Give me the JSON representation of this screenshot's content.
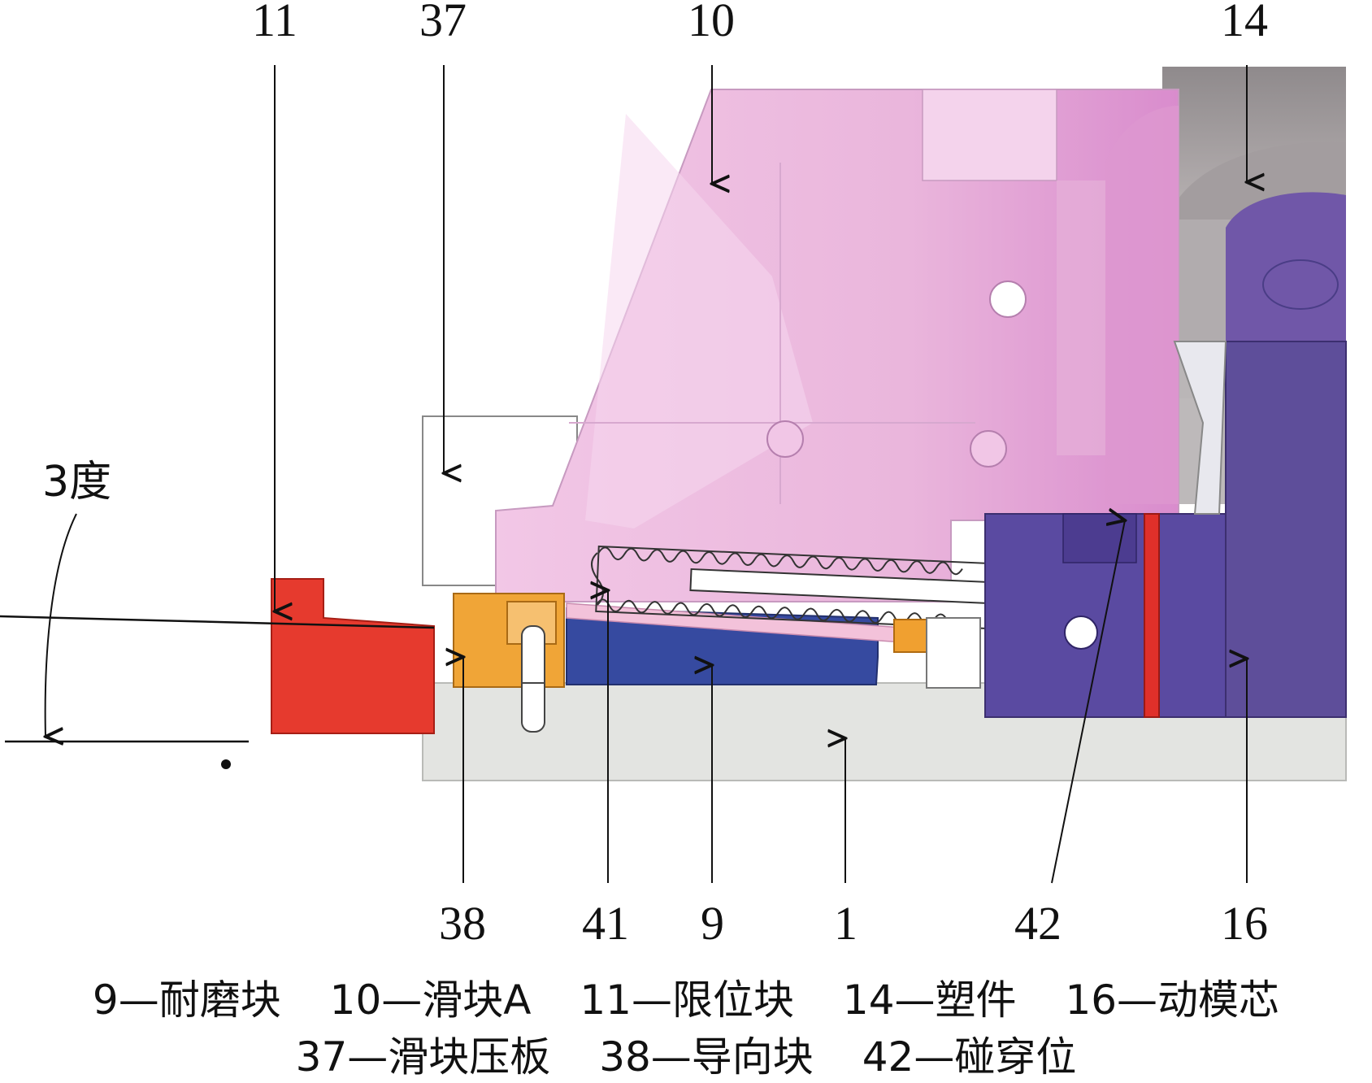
{
  "diagram": {
    "angle_label": "3度",
    "top_labels": [
      "11",
      "37",
      "10",
      "14"
    ],
    "bottom_labels": [
      "38",
      "41",
      "9",
      "1",
      "42",
      "16"
    ]
  },
  "legend": {
    "line1": [
      "9—耐磨块",
      "10—滑块A",
      "11—限位块",
      "14—塑件",
      "16—动模芯"
    ],
    "line2": [
      "37—滑块压板",
      "38—导向块",
      "42—碰穿位"
    ]
  }
}
